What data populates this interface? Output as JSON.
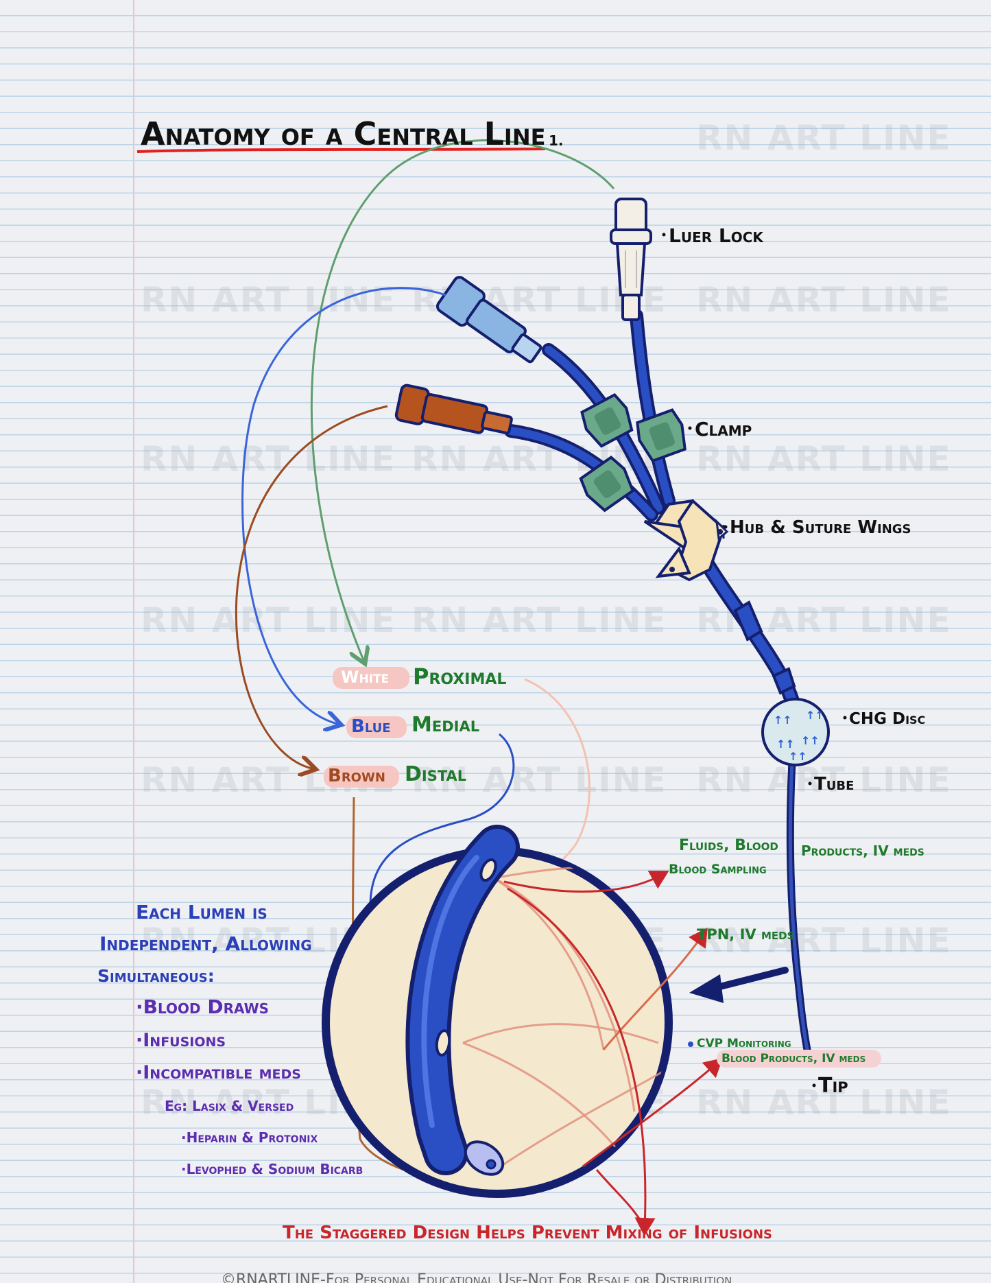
{
  "title": "Anatomy of a Central Line",
  "title_number": "1.",
  "watermark": "RN ART LINE",
  "parts": {
    "luer_lock": "Luer Lock",
    "clamp": "Clamp",
    "hub": "Hub & Suture Wings",
    "chg_disc": "CHG Disc",
    "tube": "Tube",
    "tip": "Tip"
  },
  "lumens": {
    "white": "White",
    "proximal": "Proximal",
    "blue": "Blue",
    "medial": "Medial",
    "brown": "Brown",
    "distal": "Distal"
  },
  "uses": {
    "proximal_1": "Fluids, Blood",
    "proximal_2": "Products, IV meds",
    "proximal_3": "Blood Sampling",
    "medial": "TPN, IV meds",
    "distal_1": "CVP Monitoring",
    "distal_2": "Blood Products, IV meds"
  },
  "notes": {
    "line1": "Each Lumen is",
    "line2": "Independent, Allowing",
    "line3": "Simultaneous:",
    "item1": "·Blood Draws",
    "item2": "·Infusions",
    "item3": "·Incompatible meds",
    "eg": "Eg: Lasix & Versed",
    "eg2": "·Heparin & Protonix",
    "eg3": "·Levophed & Sodium Bicarb"
  },
  "staggered_note": "The Staggered Design Helps Prevent Mixing of Infusions",
  "footer": "©RNARTLINE-For Personal Educational Use-Not For Resale or Distribution",
  "colors": {
    "tube_blue": "#2a4fc4",
    "navy": "#141f6e",
    "green_text": "#1f7a2c",
    "purple_text": "#5b2db0",
    "red_text": "#c8262a",
    "brown": "#a14a22",
    "title_underline": "#e02020"
  }
}
